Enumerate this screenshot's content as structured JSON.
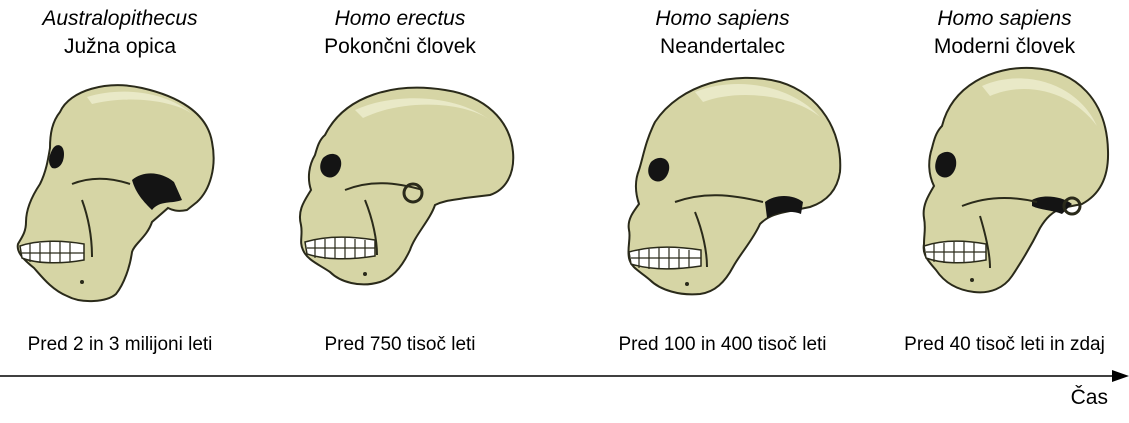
{
  "stages": [
    {
      "species": "Australopithecus",
      "common": "Južna opica",
      "era": "Pred 2 in 3 milijoni leti",
      "skull_icon": "australopithecus-skull"
    },
    {
      "species": "Homo erectus",
      "common": "Pokončni človek",
      "era": "Pred 750 tisoč leti",
      "skull_icon": "homo-erectus-skull"
    },
    {
      "species": "Homo sapiens",
      "common": "Neandertalec",
      "era": "Pred 100 in 400 tisoč leti",
      "skull_icon": "neanderthal-skull"
    },
    {
      "species": "Homo sapiens",
      "common": "Moderni človek",
      "era": "Pred 40 tisoč leti in zdaj",
      "skull_icon": "modern-human-skull"
    }
  ],
  "axis": {
    "label": "Čas"
  },
  "colors": {
    "bone": "#d6d5a5",
    "outline": "#2a2a1a",
    "dark": "#141414",
    "highlight": "#eeeed0"
  }
}
